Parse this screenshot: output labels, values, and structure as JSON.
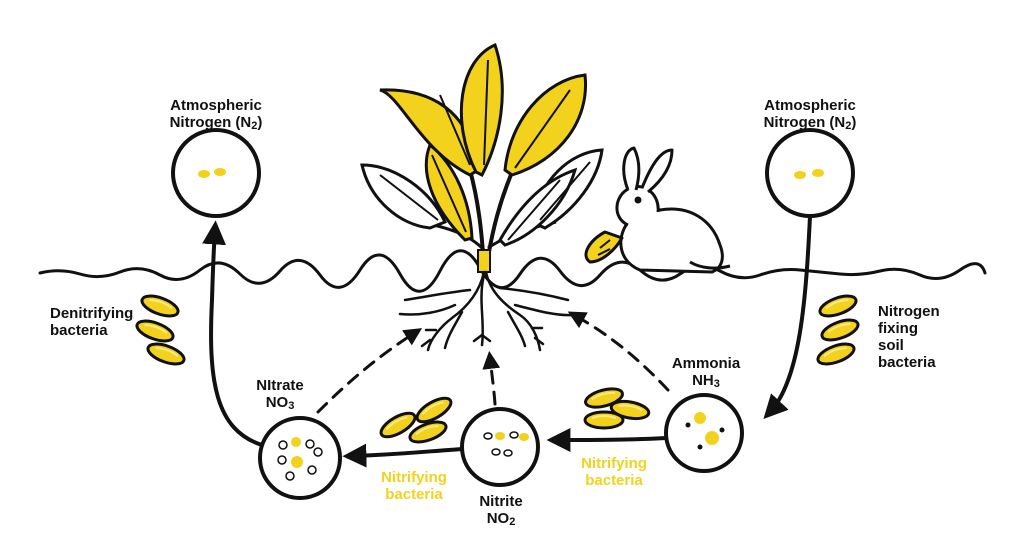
{
  "title": "Nitrogen cycle",
  "labels": {
    "atmo_left_line1": "Atmospheric",
    "atmo_left_line2": "Nitrogen (N",
    "atmo_left_sub": "2",
    "atmo_left_close": ")",
    "atmo_right_line1": "Atmospheric",
    "atmo_right_line2": "Nitrogen (N",
    "atmo_right_sub": "2",
    "atmo_right_close": ")",
    "denitrifying_line1": "Denitrifying",
    "denitrifying_line2": "bacteria",
    "fixing_line1": "Nitrogen",
    "fixing_line2": "fixing",
    "fixing_line3": "soil",
    "fixing_line4": "bacteria",
    "nitrate_line1": "NItrate",
    "nitrate_line2": "NO",
    "nitrate_sub": "3",
    "nitrite_line1": "Nitrite",
    "nitrite_line2": "NO",
    "nitrite_sub": "2",
    "ammonia_line1": "Ammonia",
    "ammonia_line2": "NH",
    "ammonia_sub": "3",
    "nitrifying_left_line1": "Nitrifying",
    "nitrifying_left_line2": "bacteria",
    "nitrifying_right_line1": "Nitrifying",
    "nitrifying_right_line2": "bacteria"
  },
  "colors": {
    "ink": "#111111",
    "yellow": "#f2d21c",
    "yellow_light": "#f7e04a"
  }
}
